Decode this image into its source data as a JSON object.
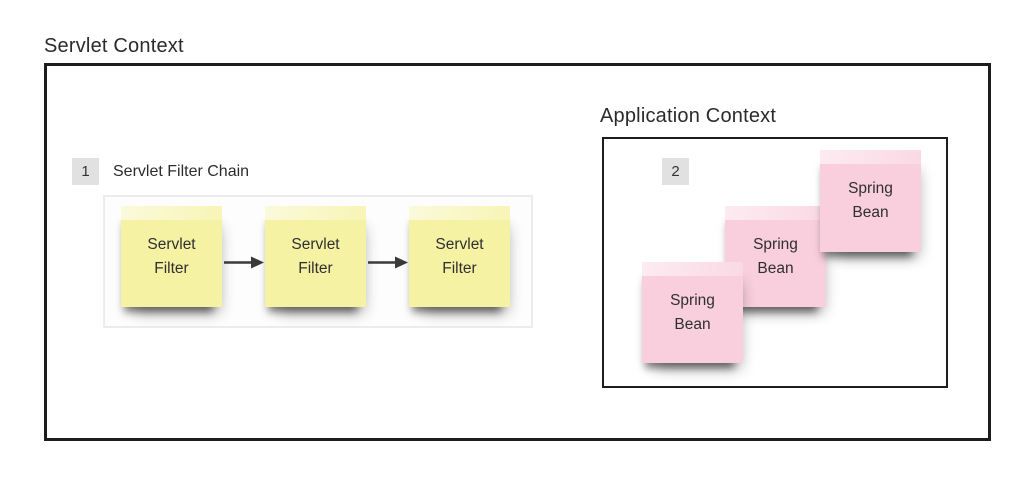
{
  "canvas": {
    "servlet_context": {
      "title": "Servlet Context",
      "filter_chain": {
        "badge": "1",
        "label": "Servlet Filter Chain",
        "notes": [
          {
            "text": "Servlet\nFilter"
          },
          {
            "text": "Servlet\nFilter"
          },
          {
            "text": "Servlet\nFilter"
          }
        ]
      }
    },
    "application_context": {
      "title": "Application Context",
      "badge": "2",
      "notes": [
        {
          "text": "Spring\nBean"
        },
        {
          "text": "Spring\nBean"
        },
        {
          "text": "Spring\nBean"
        }
      ]
    },
    "icons": {
      "arrow_right": "→"
    },
    "colors": {
      "sticky_yellow": "#f6f2a4",
      "sticky_pink": "#f9cfdd",
      "badge_background": "#e1e1e1",
      "box_border_dark": "#1d1d1d",
      "box_border_light": "#ececec",
      "arrow": "#3a3a3a"
    }
  }
}
